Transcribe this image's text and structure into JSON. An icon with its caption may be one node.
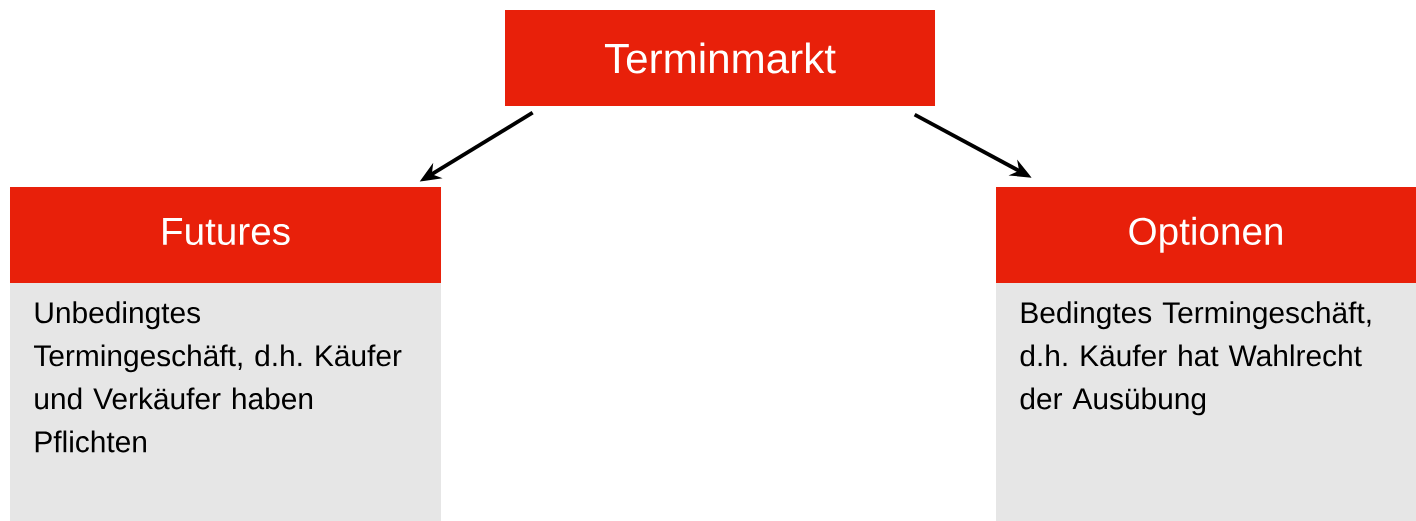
{
  "diagram": {
    "nodes": [
      {
        "text": [
          "Terminmarkt"
        ]
      },
      {
        "text": [
          "Futures",
          "Unbedingtes Termingeschäft, d.h. Käufer und Verkäufer haben Pflichten"
        ]
      },
      {
        "text": [
          "Optionen",
          "Bedingtes Termingeschäft, d.h. Käufer hat Wahlrecht der Ausübung"
        ]
      }
    ],
    "edges": [
      {
        "from": 0,
        "to": 1,
        "arrow": "to"
      },
      {
        "from": 0,
        "to": 2,
        "arrow": "to"
      }
    ]
  }
}
